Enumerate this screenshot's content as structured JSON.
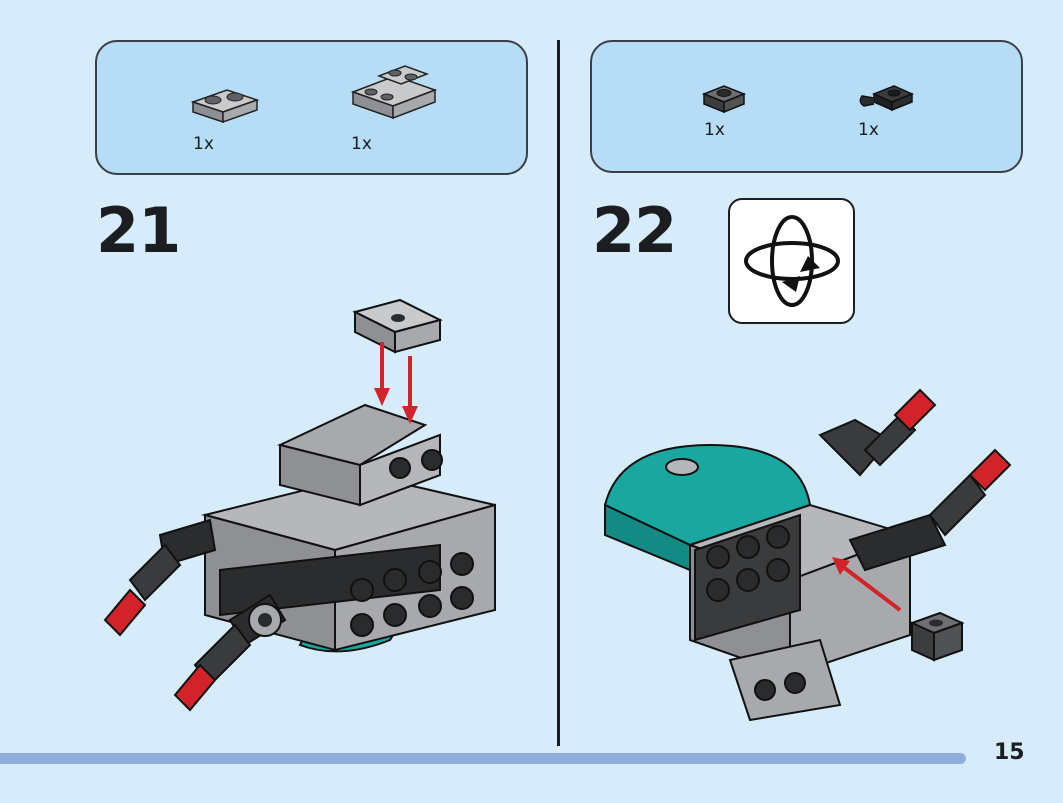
{
  "steps": [
    {
      "number": "21",
      "parts": [
        {
          "qty": "1x",
          "icon": "plate-1x2-icon",
          "color": "#a7a9ac"
        },
        {
          "qty": "1x",
          "icon": "slope-double-icon",
          "color": "#a7a9ac"
        }
      ]
    },
    {
      "number": "22",
      "parts": [
        {
          "qty": "1x",
          "icon": "plate-1x1-icon",
          "color": "#5b5d60"
        },
        {
          "qty": "1x",
          "icon": "clip-plate-icon",
          "color": "#2b2c2e"
        }
      ]
    }
  ],
  "rotate_indicator": {
    "icon": "rotate-model-icon"
  },
  "page": {
    "number": "15"
  },
  "colors": {
    "background": "#d6ecfa",
    "parts_box": "#b6dcf6",
    "arrow": "#d2232a",
    "teal": "#1aa7a0",
    "light_gray": "#a7a9ac",
    "dark_gray": "#3a3b3d",
    "footer_bar": "#8faedc"
  }
}
